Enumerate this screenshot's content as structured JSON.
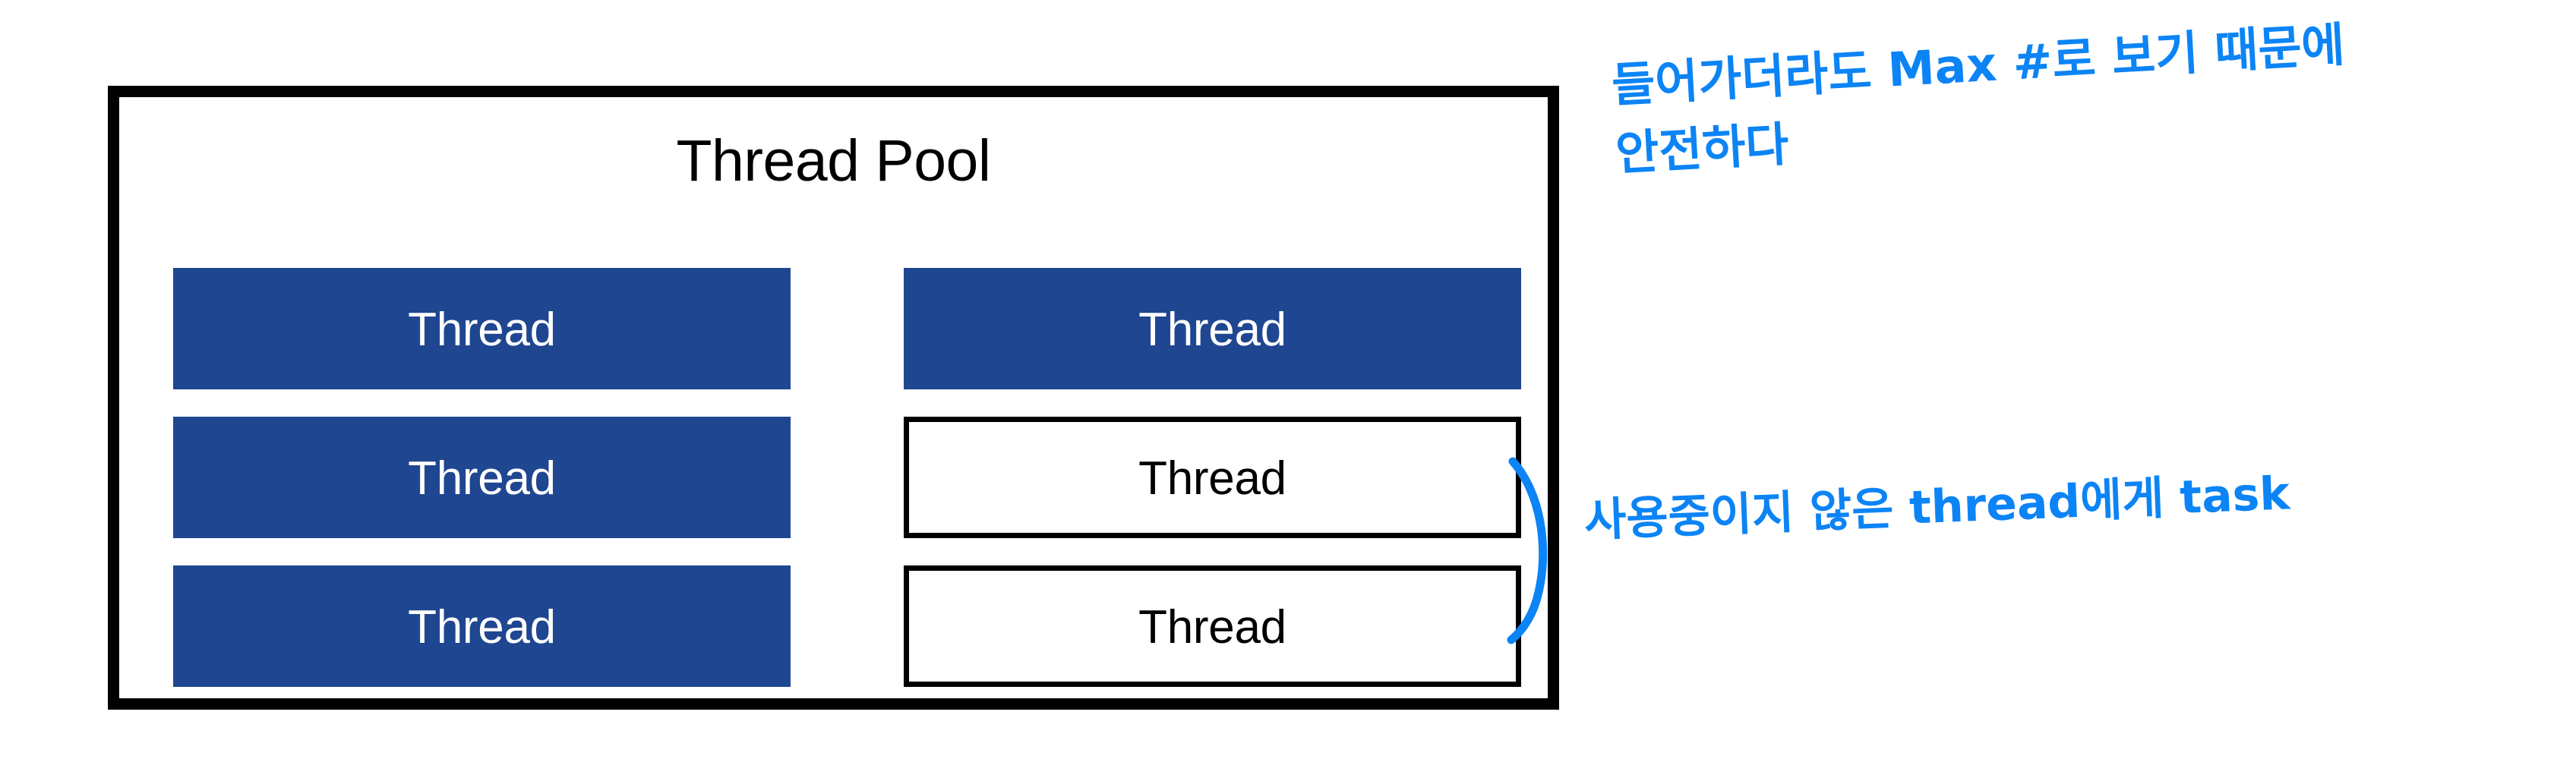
{
  "diagram": {
    "title": "Thread Pool",
    "columns": [
      {
        "name": "left-column",
        "threads": [
          {
            "label": "Thread",
            "state": "busy"
          },
          {
            "label": "Thread",
            "state": "busy"
          },
          {
            "label": "Thread",
            "state": "busy"
          }
        ]
      },
      {
        "name": "right-column",
        "threads": [
          {
            "label": "Thread",
            "state": "busy"
          },
          {
            "label": "Thread",
            "state": "idle"
          },
          {
            "label": "Thread",
            "state": "idle"
          }
        ]
      }
    ]
  },
  "annotations": {
    "max_note": {
      "line1": "들어가더라도 Max #로 보기 때문에",
      "line2": "안전하다"
    },
    "idle_note": {
      "text": "사용중이지 않은 thread에게 task"
    }
  },
  "colors": {
    "busy_thread_fill": "#1F4690",
    "idle_thread_border": "#000000",
    "pool_border": "#000000",
    "annotation_ink": "#0C84F5",
    "page_background": "#FFFFFF"
  }
}
